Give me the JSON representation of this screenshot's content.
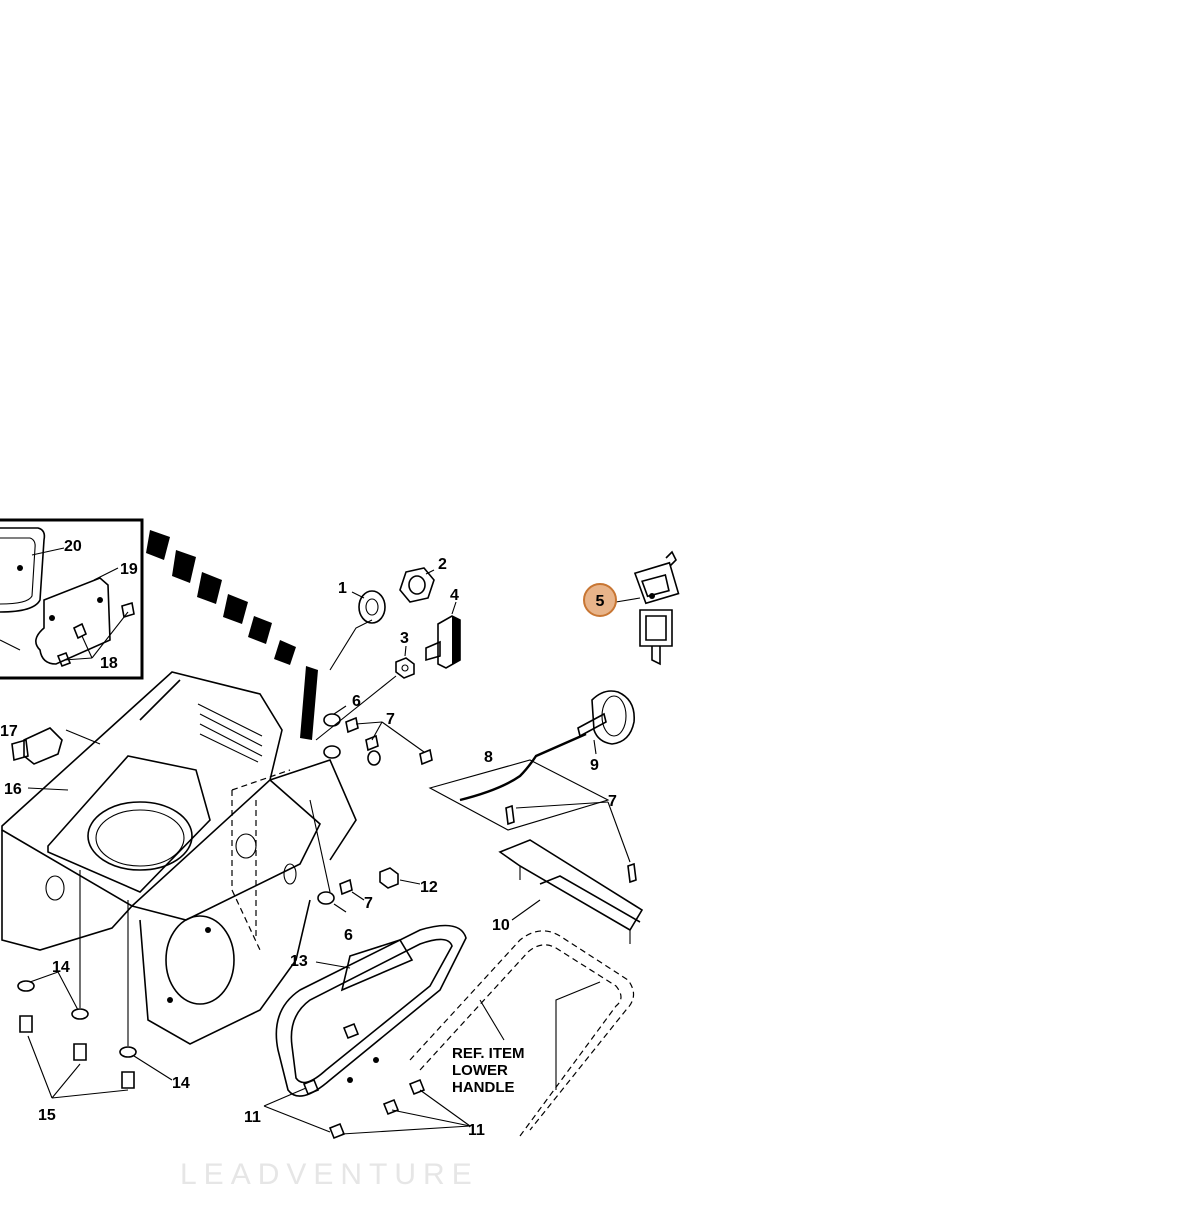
{
  "callouts": {
    "c1": "1",
    "c2": "2",
    "c3": "3",
    "c4": "4",
    "c5": "5",
    "c6a": "6",
    "c6b": "6",
    "c7a": "7",
    "c7b": "7",
    "c7c": "7",
    "c8": "8",
    "c9": "9",
    "c10": "10",
    "c11a": "11",
    "c11b": "11",
    "c12": "12",
    "c13": "13",
    "c14a": "14",
    "c14b": "14",
    "c15": "15",
    "c16": "16",
    "c17": "17",
    "c18": "18",
    "c19": "19",
    "c20": "20"
  },
  "reference_note": {
    "line1": "REF. ITEM",
    "line2": "LOWER",
    "line3": "HANDLE"
  },
  "watermark": "LEADVENTURE",
  "colors": {
    "highlight_fill": "#e8b48a",
    "highlight_stroke": "#c87633",
    "line": "#000000"
  }
}
